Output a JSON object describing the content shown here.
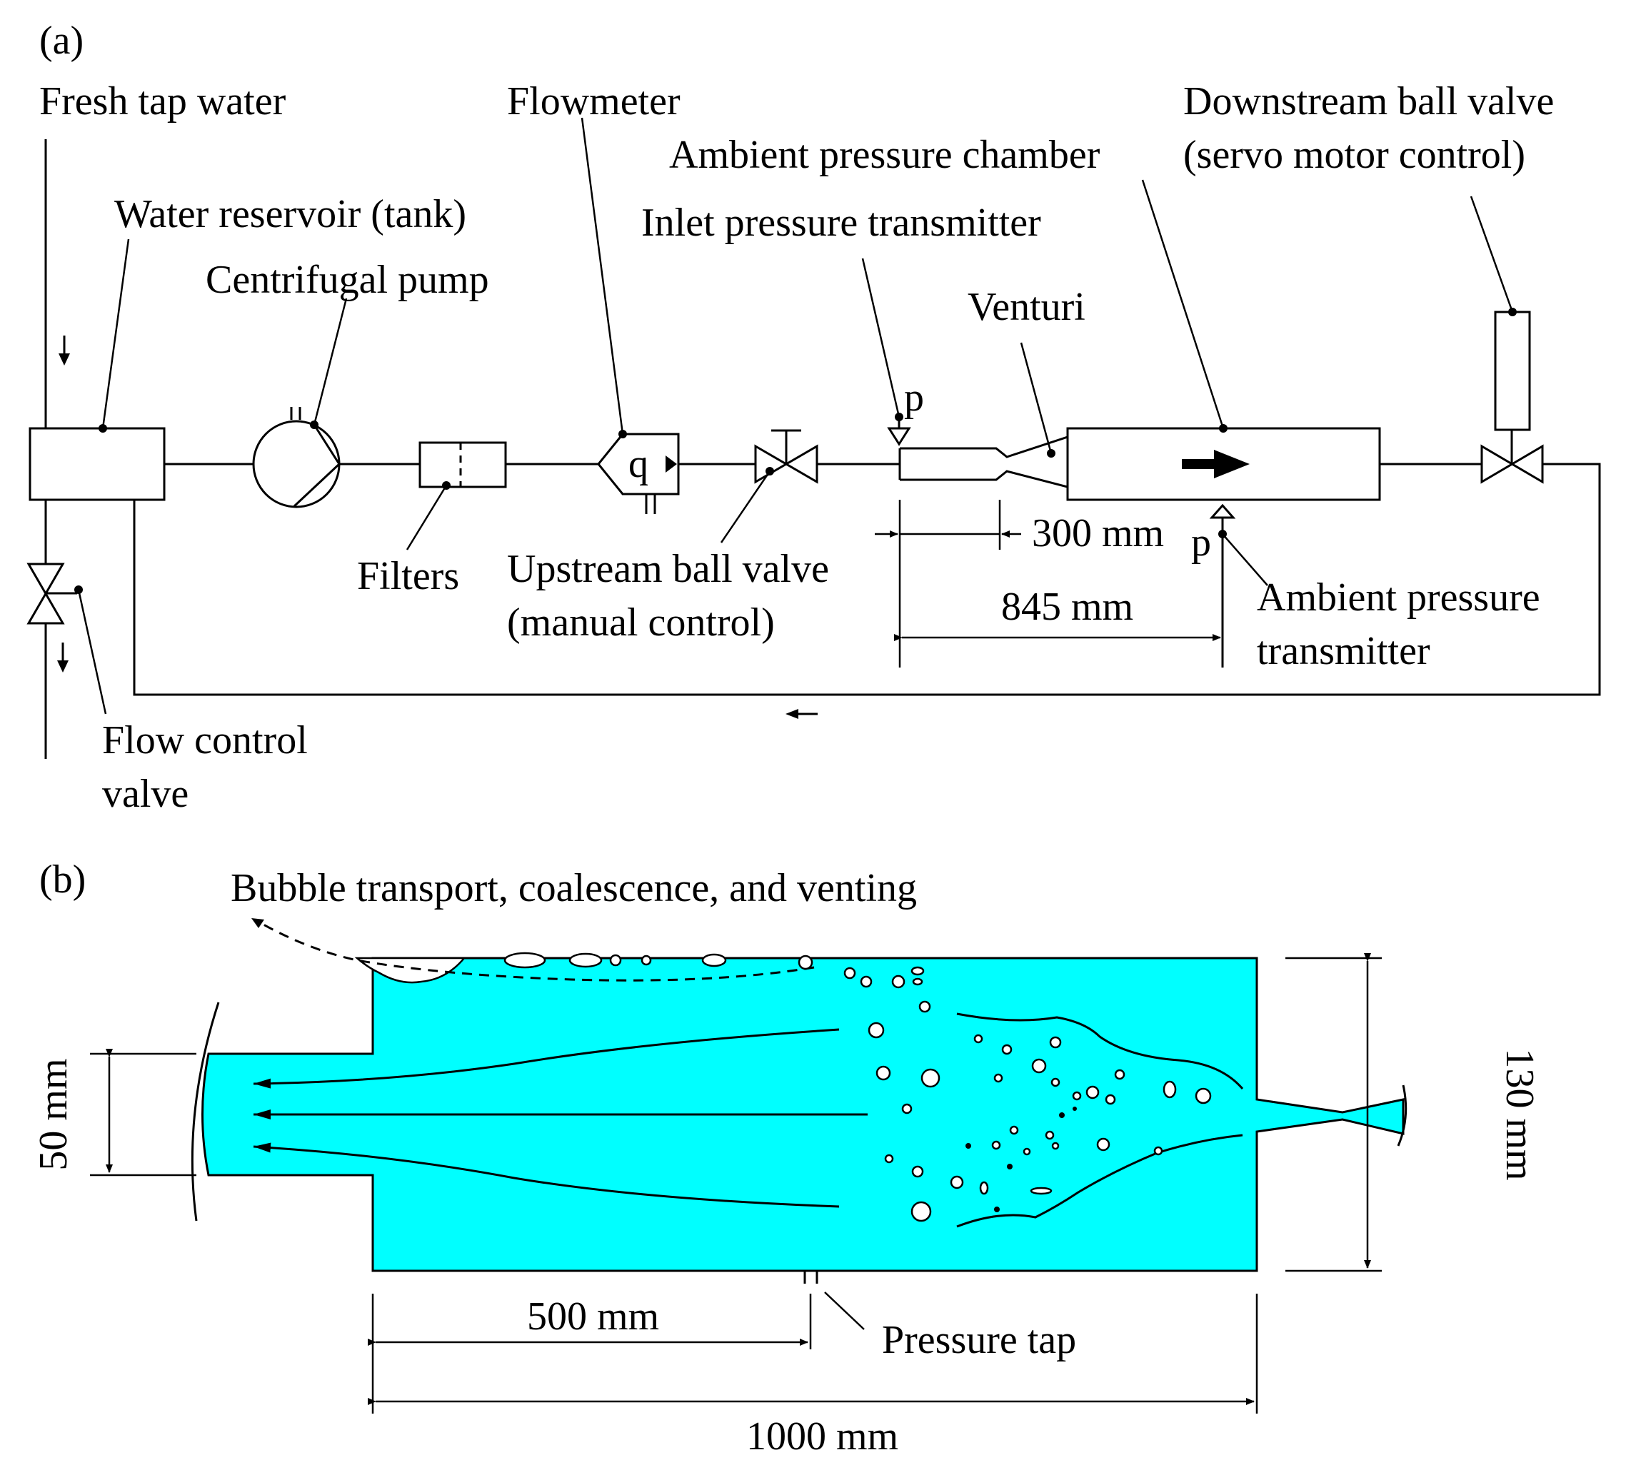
{
  "panel_a": {
    "tag": "(a)",
    "labels": {
      "fresh_tap_water": "Fresh tap water",
      "water_reservoir": "Water reservoir (tank)",
      "centrifugal_pump": "Centrifugal pump",
      "flowmeter": "Flowmeter",
      "flowmeter_symbol": "q",
      "ambient_chamber": "Ambient pressure chamber",
      "downstream_valve_1": "Downstream ball valve",
      "downstream_valve_2": "(servo motor control)",
      "inlet_transmitter": "Inlet pressure transmitter",
      "venturi": "Venturi",
      "inlet_p_symbol": "p",
      "ambient_p_symbol": "p",
      "filters": "Filters",
      "upstream_valve_1": "Upstream ball valve",
      "upstream_valve_2": "(manual control)",
      "dim_300": "300 mm",
      "dim_845": "845 mm",
      "ambient_transmitter_1": "Ambient pressure",
      "ambient_transmitter_2": "transmitter",
      "flow_control_1": "Flow control",
      "flow_control_2": "valve"
    }
  },
  "panel_b": {
    "tag": "(b)",
    "labels": {
      "bubble_transport": "Bubble transport, coalescence, and venting",
      "dim_50": "50 mm",
      "dim_130": "130 mm",
      "dim_500": "500 mm",
      "pressure_tap": "Pressure tap",
      "dim_1000": "1000 mm"
    },
    "water_color": "#00ffff"
  }
}
